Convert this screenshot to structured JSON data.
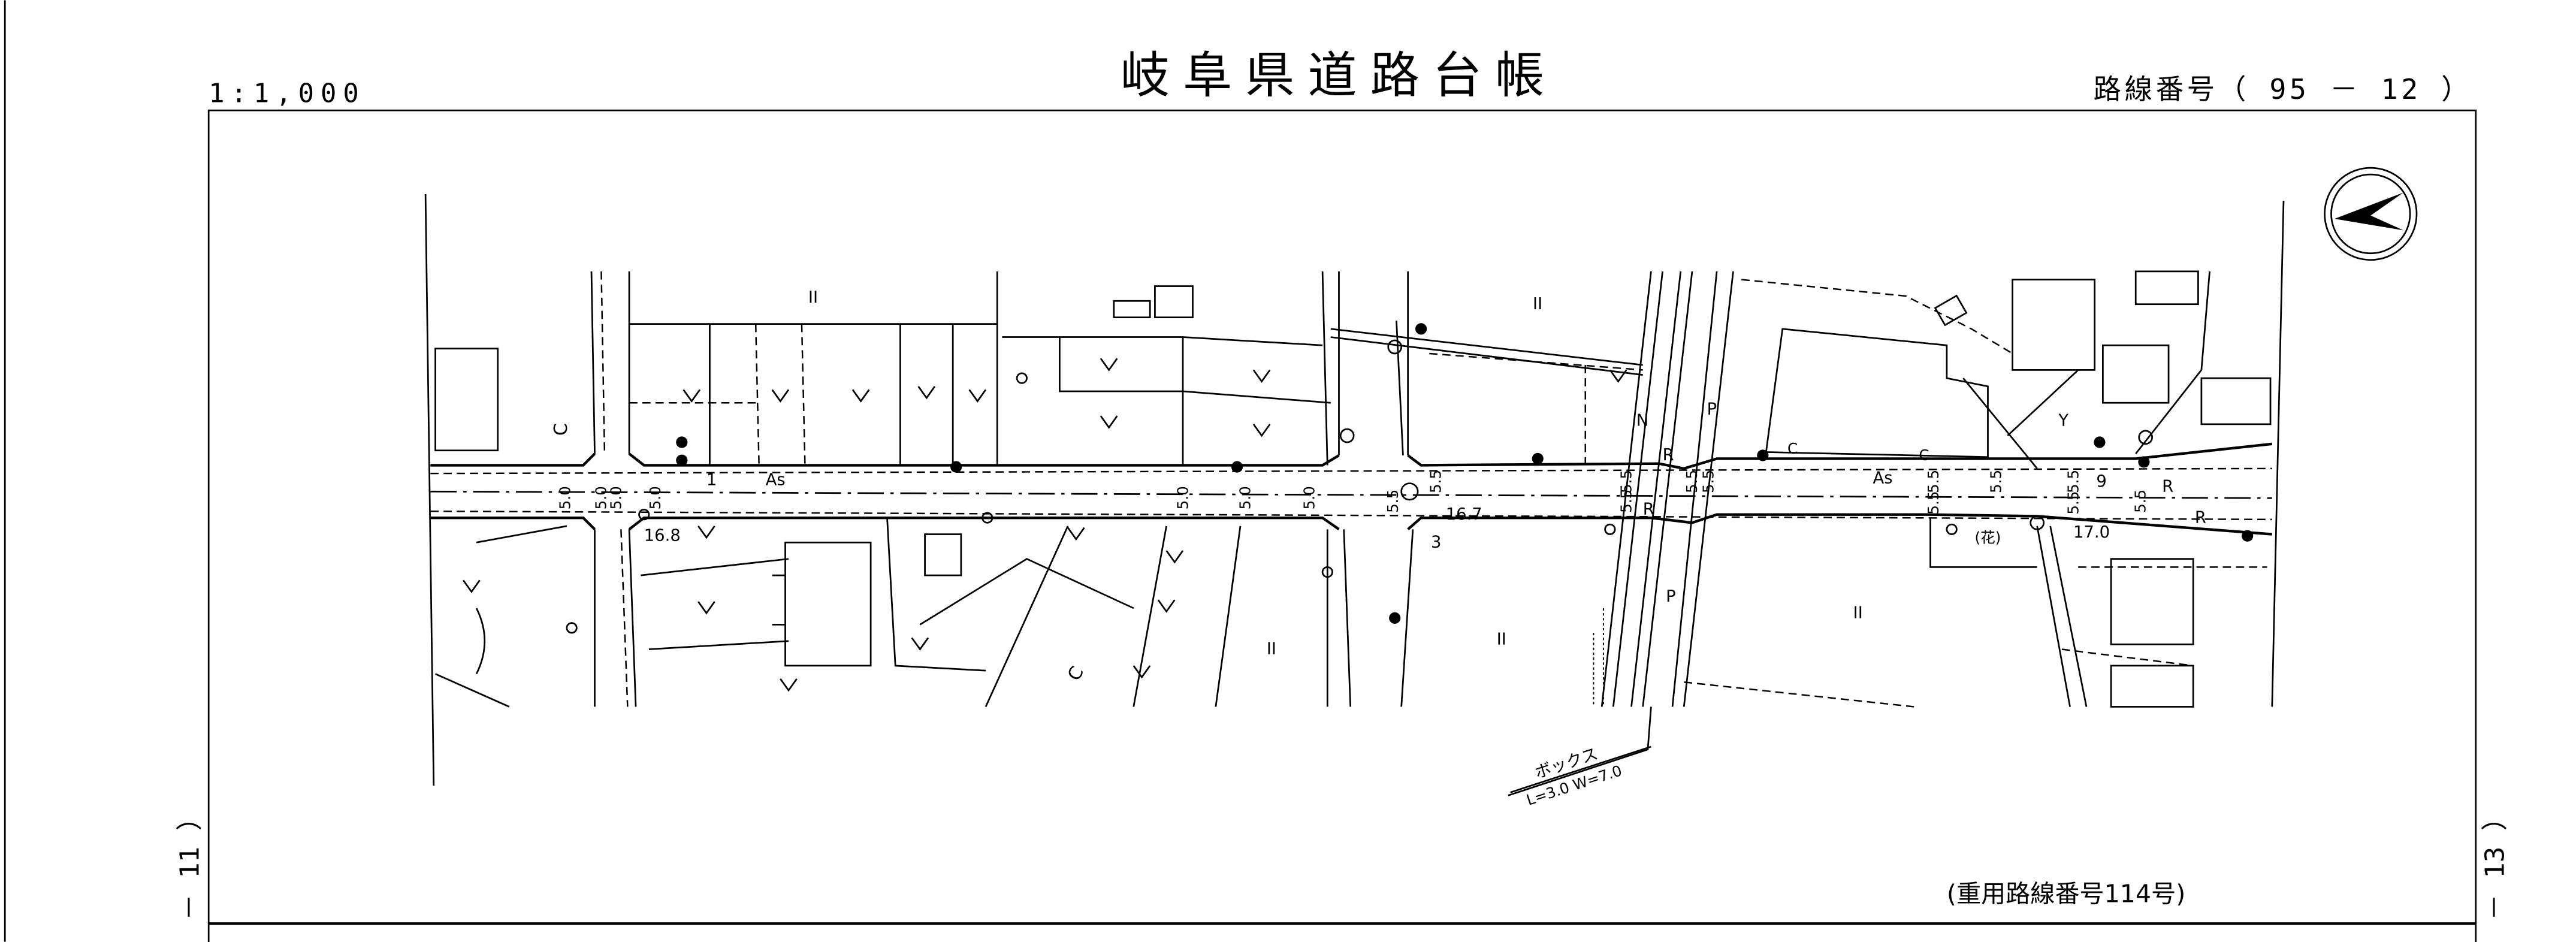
{
  "header": {
    "title": "岐阜県道路台帳",
    "scale": "1:1,000",
    "route_number": "路線番号（ 95 － 12 ）"
  },
  "side": {
    "left_sheet": "－ 11 ）",
    "right_sheet": "－ 13 ）"
  },
  "footer": {
    "overlap_route": "(重用路線番号114号)"
  },
  "map": {
    "north_arrow": "north-arrow-icon",
    "box_culvert": {
      "name": "ボックス",
      "dims": "L=3.0  W=7.0"
    },
    "surface": [
      "As",
      "As"
    ],
    "points": [
      "1",
      "3",
      "9"
    ],
    "widths": [
      "16.8",
      "16.7",
      "17.0"
    ],
    "dims_50": [
      "5.0",
      "5.0",
      "5.0",
      "5.0",
      "5.0",
      "5.0",
      "5.0"
    ],
    "dims_55": [
      "5.5",
      "5.5",
      "5.5",
      "5.5",
      "5.5",
      "5.5",
      "5.5",
      "5.5",
      "5.5",
      "5.5",
      "5.5",
      "5.5"
    ],
    "letters": [
      "C",
      "C",
      "R",
      "R",
      "R",
      "R",
      "N",
      "P",
      "P",
      "Y",
      "(花)",
      "C",
      "C"
    ],
    "landuse": [
      "II",
      "II",
      "II",
      "II",
      "II"
    ]
  }
}
